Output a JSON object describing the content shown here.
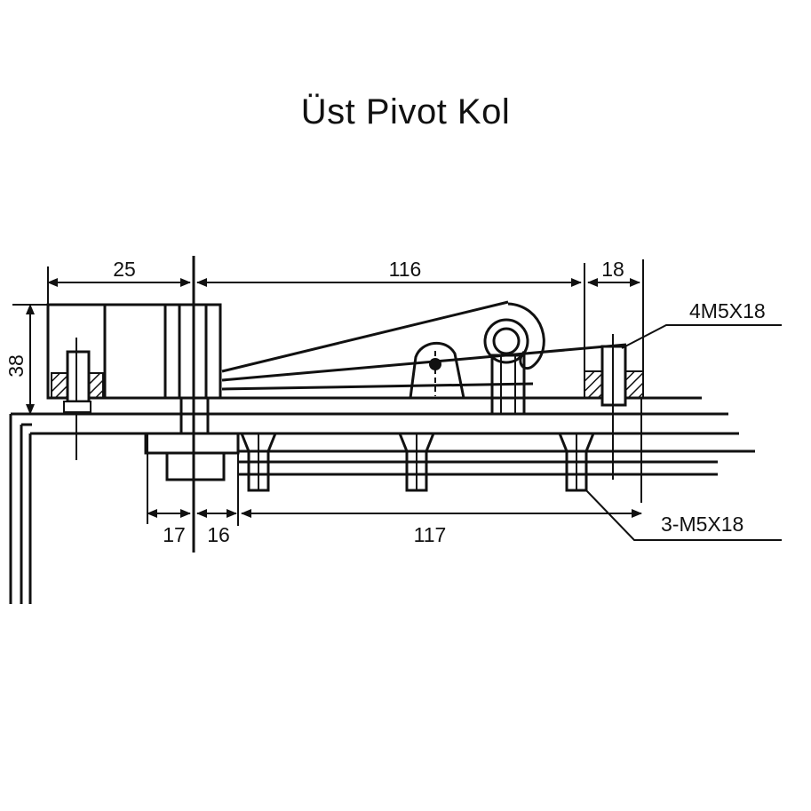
{
  "title": "Üst Pivot Kol",
  "dimensions": {
    "d25": "25",
    "d116": "116",
    "d18": "18",
    "d38": "38",
    "d17": "17",
    "d16": "16",
    "d117": "117"
  },
  "callouts": {
    "top_screws": "4M5X18",
    "bottom_screws": "3-M5X18"
  },
  "colors": {
    "ink": "#111111",
    "background": "#ffffff"
  }
}
